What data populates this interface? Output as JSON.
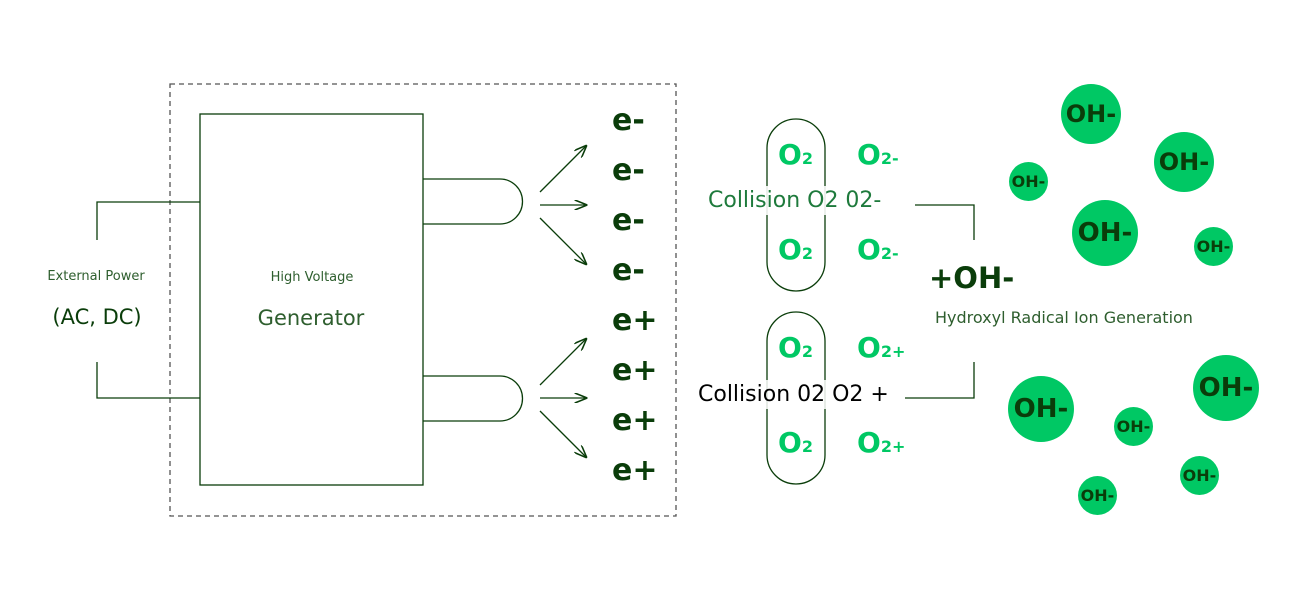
{
  "external_power": {
    "title": "External Power",
    "value": "(AC, DC)"
  },
  "generator": {
    "title": "High Voltage",
    "name": "Generator"
  },
  "electrons_negative": [
    "e-",
    "e-",
    "e-",
    "e-"
  ],
  "electrons_positive": [
    "e+",
    "e+",
    "e+",
    "e+"
  ],
  "o2_neg_group": {
    "left": [
      "O",
      "O"
    ],
    "right": [
      "O",
      "O"
    ],
    "left_sub": "2",
    "right_sub": "2-",
    "collision": "Collision O2 02-"
  },
  "o2_pos_group": {
    "left": [
      "O",
      "O"
    ],
    "right": [
      "O",
      "O"
    ],
    "left_sub": "2",
    "right_sub": "2+",
    "collision": "Collision 02 O2 +"
  },
  "product": {
    "formula": "+OH-",
    "label": "Hydroxyl Radical Ion Generation"
  },
  "oh_ions": [
    "OH-",
    "OH-",
    "OH-",
    "OH-",
    "OH-",
    "OH-",
    "OH-",
    "OH-",
    "OH-",
    "OH-"
  ],
  "colors": {
    "dark_green": "#0a3d0a",
    "mid_green": "#2e5e2e",
    "bright_green": "#00c864"
  }
}
